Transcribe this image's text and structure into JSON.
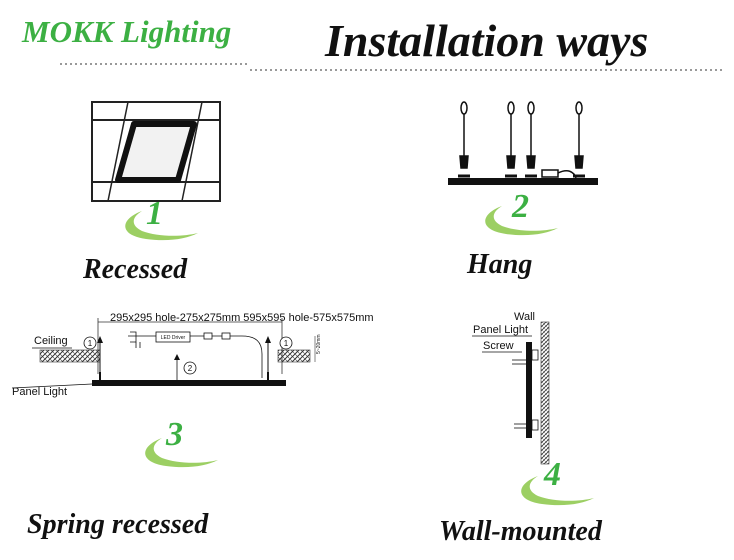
{
  "header": {
    "brand": "MOKK Lighting",
    "title": "Installation ways"
  },
  "methods": [
    {
      "number": "1",
      "label": "Recessed"
    },
    {
      "number": "2",
      "label": "Hang"
    },
    {
      "number": "3",
      "label": "Spring recessed"
    },
    {
      "number": "4",
      "label": "Wall-mounted"
    }
  ],
  "diagram3": {
    "ceiling_label": "Ceiling",
    "panel_label": "Panel Light",
    "driver_label": "LED Driver",
    "marker_1": "1",
    "marker_2": "2",
    "dims_note": "295x295 hole-275x275mm 595x595 hole-575x575mm"
  },
  "diagram4": {
    "wall_label": "Wall",
    "panel_label": "Panel Light",
    "screw_label": "Screw"
  },
  "colors": {
    "accent": "#3cb043",
    "swoosh": "#9ccf63",
    "ink": "#111111"
  }
}
